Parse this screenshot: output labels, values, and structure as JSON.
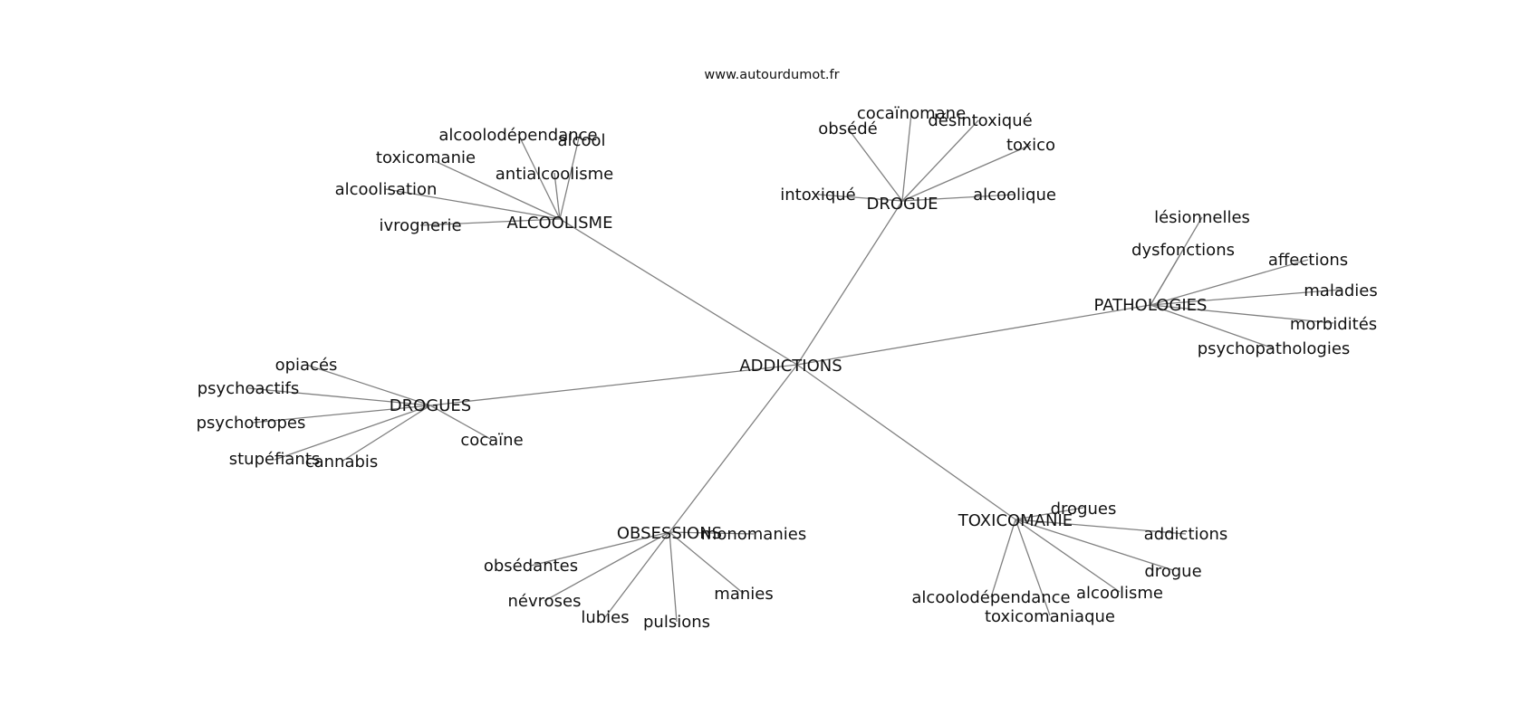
{
  "source": "www.autourdumot.fr",
  "root": {
    "label": "ADDICTIONS",
    "groups": [
      {
        "label": "ALCOOLISME",
        "terms": [
          "alcoolodépendance",
          "alcool",
          "toxicomanie",
          "antialcoolisme",
          "alcoolisation",
          "ivrognerie"
        ]
      },
      {
        "label": "DROGUE",
        "terms": [
          "cocaïnomane",
          "obsédé",
          "désintoxiqué",
          "toxico",
          "intoxiqué",
          "alcoolique"
        ]
      },
      {
        "label": "PATHOLOGIES",
        "terms": [
          "lésionnelles",
          "dysfonctions",
          "affections",
          "maladies",
          "morbidités",
          "psychopathologies"
        ]
      },
      {
        "label": "DROGUES",
        "terms": [
          "opiacés",
          "psychoactifs",
          "psychotropes",
          "stupéfiants",
          "cannabis",
          "cocaïne"
        ]
      },
      {
        "label": "OBSESSIONS",
        "terms": [
          "monomanies",
          "obsédantes",
          "névroses",
          "lubies",
          "pulsions",
          "manies"
        ]
      },
      {
        "label": "TOXICOMANIE",
        "terms": [
          "drogues",
          "addictions",
          "drogue",
          "alcoolisme",
          "alcoolodépendance",
          "toxicomaniaque"
        ]
      }
    ]
  }
}
